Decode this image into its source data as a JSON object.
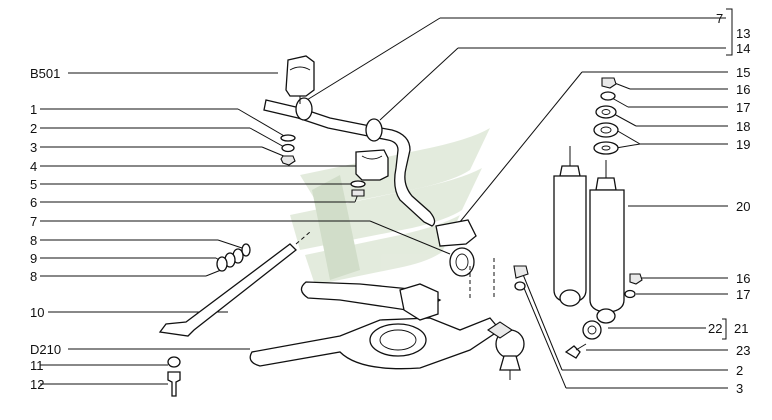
{
  "diagram": {
    "left_labels": {
      "b501": "B501",
      "l1": "1",
      "l2": "2",
      "l3": "3",
      "l4": "4",
      "l5": "5",
      "l6": "6",
      "l7": "7",
      "l8a": "8",
      "l9": "9",
      "l8b": "8",
      "l10": "10",
      "d210": "D210",
      "l11": "11",
      "l12": "12"
    },
    "right_labels": {
      "r7": "7",
      "r13": "13",
      "r14": "14",
      "r15": "15",
      "r16a": "16",
      "r17a": "17",
      "r18": "18",
      "r19": "19",
      "r20": "20",
      "r16b": "16",
      "r17b": "17",
      "r22": "22",
      "r21": "21",
      "r23": "23",
      "r2": "2",
      "r3": "3"
    },
    "colors": {
      "line": "#111111",
      "watermark": "#dfe8d8",
      "watermark_dark": "#c9d8c0"
    }
  }
}
